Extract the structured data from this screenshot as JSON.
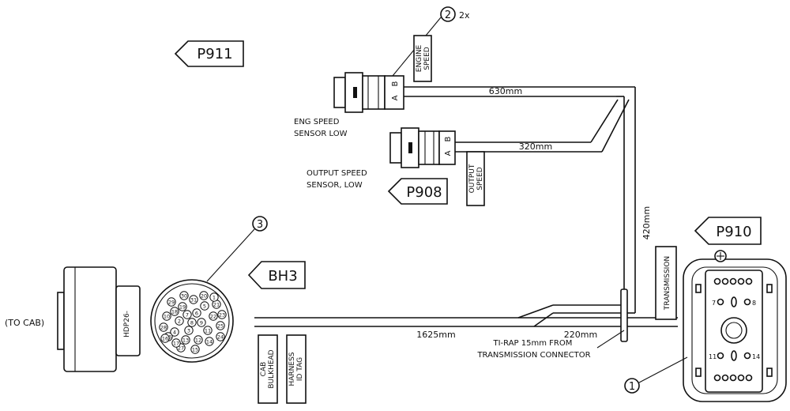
{
  "tags": {
    "p911": "P911",
    "p908": "P908",
    "p910": "P910",
    "bh3": "BH3"
  },
  "callouts": {
    "c1": "1",
    "c2": "2",
    "c2_qty": "2x",
    "c3": "3"
  },
  "labels": {
    "engine_speed_line1": "ENGINE",
    "engine_speed_line2": "SPEED",
    "output_speed_line1": "OUTPUT",
    "output_speed_line2": "SPEED",
    "transmission": "TRANSMISSION",
    "cab_bulkhead_line1": "CAB",
    "cab_bulkhead_line2": "BULKHEAD",
    "harness_tag_line1": "HARNESS",
    "harness_tag_line2": "ID TAG",
    "eng_sensor_line1": "ENG SPEED",
    "eng_sensor_line2": "SENSOR LOW",
    "out_sensor_line1": "OUTPUT SPEED",
    "out_sensor_line2": "SENSOR, LOW",
    "to_cab": "(TO CAB)",
    "hdp26": "HDP26-",
    "tirap_line1": "TI-RAP 15mm FROM",
    "tirap_line2": "TRANSMISSION CONNECTOR",
    "pin_a": "A",
    "pin_b": "B"
  },
  "dimensions": {
    "d630": "630mm",
    "d320": "320mm",
    "d420": "420mm",
    "d1625": "1625mm",
    "d220": "220mm"
  },
  "bulkhead_pins": [
    "20",
    "31",
    "5",
    "21",
    "6",
    "22",
    "19",
    "7",
    "23",
    "18",
    "8",
    "9",
    "2",
    "25",
    "10",
    "3",
    "11",
    "28",
    "24",
    "13",
    "12",
    "4",
    "14",
    "26",
    "27",
    "15",
    "29",
    "30",
    "16",
    "1",
    "17"
  ],
  "transmission_pins": [
    "7",
    "8",
    "11",
    "14"
  ]
}
